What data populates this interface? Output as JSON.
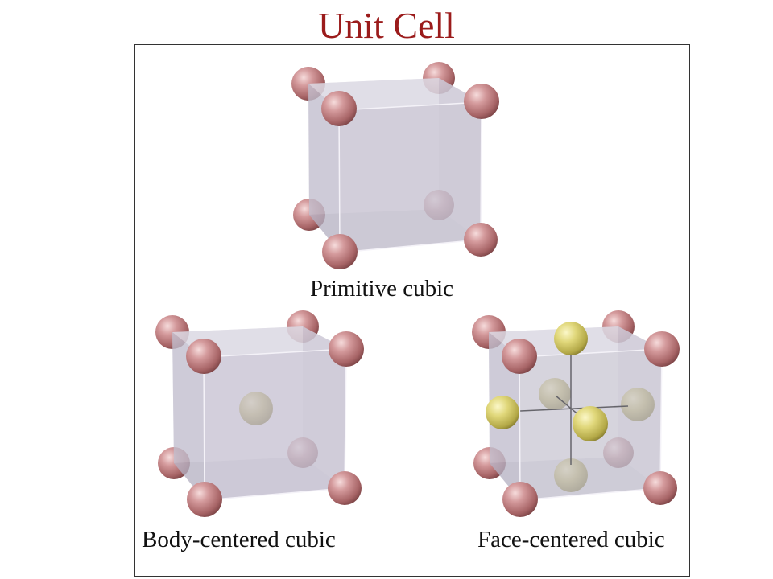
{
  "title": "Unit Cell",
  "captions": {
    "primitive": "Primitive cubic",
    "body_centered": "Body-centered cubic",
    "face_centered": "Face-centered cubic"
  },
  "colors": {
    "title": "#9b1b1b",
    "corner_atom": "#b8787a",
    "center_atom": "#c9c26a",
    "cube_fill": "#c9c5d2"
  }
}
